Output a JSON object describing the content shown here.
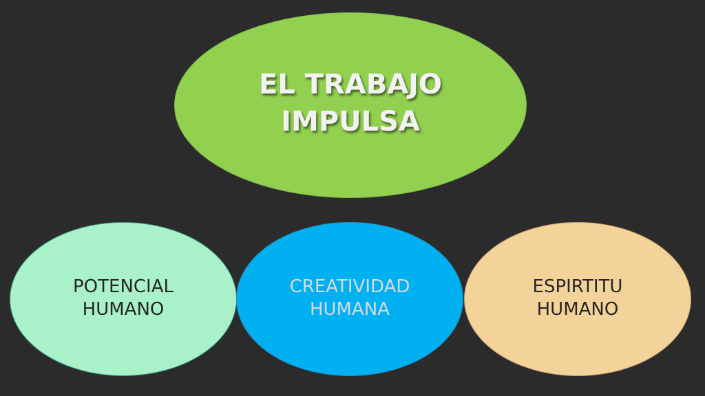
{
  "main": {
    "label": "EL TRABAJO\nIMPULSA",
    "fill": "#92d050",
    "text_color": "#f2f2f2"
  },
  "nodes": [
    {
      "label": "POTENCIAL\nHUMANO",
      "fill": "#a9f2c9",
      "text_color": "#262626"
    },
    {
      "label": "CREATIVIDAD\nHUMANA",
      "fill": "#00b0f0",
      "text_color": "#d9d9d9"
    },
    {
      "label": "ESPIRTITU\nHUMANO",
      "fill": "#f4d39a",
      "text_color": "#262626"
    }
  ]
}
